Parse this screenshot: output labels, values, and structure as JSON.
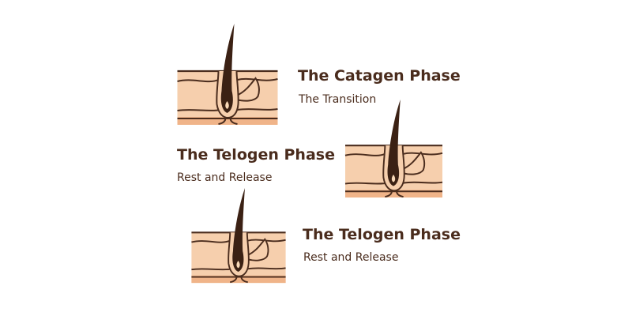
{
  "colors": {
    "skin": "#f6cfad",
    "skin_band": "#f0b489",
    "outline": "#4a2c1d",
    "hair": "#3b2114",
    "bulb_highlight": "#f9d9b8",
    "text": "#4a2c1d"
  },
  "phases": [
    {
      "title": "The Catagen Phase",
      "subtitle": "The Transition",
      "icon": "hair-follicle-catagen-icon"
    },
    {
      "title": "The Telogen Phase",
      "subtitle": "Rest and Release",
      "icon": "hair-follicle-telogen-icon"
    },
    {
      "title": "The Telogen Phase",
      "subtitle": "Rest and Release",
      "icon": "hair-follicle-telogen-icon"
    }
  ]
}
